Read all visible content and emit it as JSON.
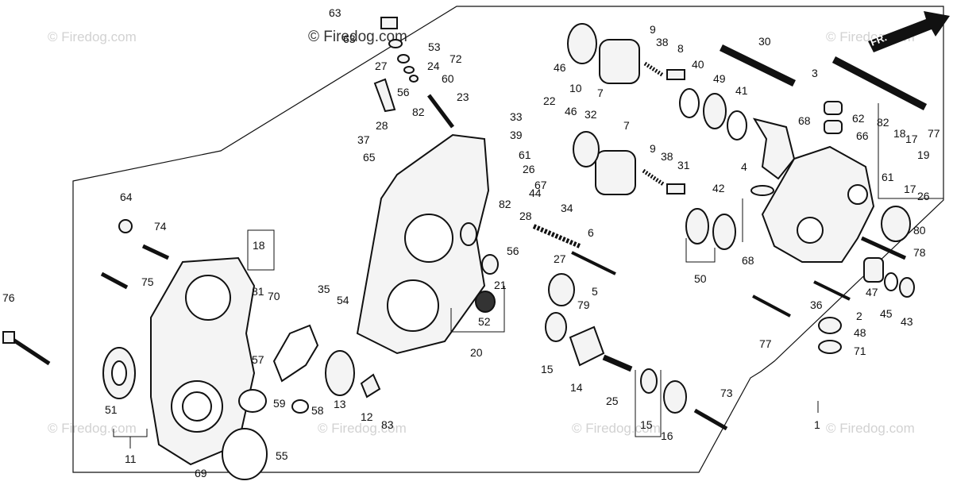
{
  "watermarks": {
    "main": "© Firedog.com",
    "faint": "© Firedog.com"
  },
  "direction_indicator": "FR.",
  "part_numbers": {
    "p1": "1",
    "p2": "2",
    "p3": "3",
    "p4": "4",
    "p5": "5",
    "p6": "6",
    "p7a": "7",
    "p7b": "7",
    "p8": "8",
    "p9a": "9",
    "p9b": "9",
    "p10": "10",
    "p11": "11",
    "p12": "12",
    "p13": "13",
    "p14": "14",
    "p15a": "15",
    "p15b": "15",
    "p16": "16",
    "p17a": "17",
    "p17b": "17",
    "p18a": "18",
    "p18b": "18",
    "p19": "19",
    "p20": "20",
    "p21": "21",
    "p22": "22",
    "p23": "23",
    "p24": "24",
    "p25": "25",
    "p26a": "26",
    "p26b": "26",
    "p27a": "27",
    "p27b": "27",
    "p28a": "28",
    "p28b": "28",
    "p30": "30",
    "p31": "31",
    "p32": "32",
    "p33": "33",
    "p34": "34",
    "p35": "35",
    "p36": "36",
    "p37": "37",
    "p38a": "38",
    "p38b": "38",
    "p39": "39",
    "p40": "40",
    "p41": "41",
    "p42": "42",
    "p43": "43",
    "p44": "44",
    "p45": "45",
    "p46a": "46",
    "p46b": "46",
    "p47": "47",
    "p48": "48",
    "p49": "49",
    "p50": "50",
    "p51": "51",
    "p52": "52",
    "p53": "53",
    "p54": "54",
    "p55": "55",
    "p56a": "56",
    "p56b": "56",
    "p57": "57",
    "p58": "58",
    "p59": "59",
    "p60": "60",
    "p61a": "61",
    "p61b": "61",
    "p62": "62",
    "p63a": "63",
    "p63b": "63",
    "p64": "64",
    "p65": "65",
    "p66": "66",
    "p67": "67",
    "p68a": "68",
    "p68b": "68",
    "p69": "69",
    "p70": "70",
    "p71": "71",
    "p72": "72",
    "p73": "73",
    "p74": "74",
    "p75": "75",
    "p76": "76",
    "p77a": "77",
    "p77b": "77",
    "p78": "78",
    "p79": "79",
    "p80": "80",
    "p81": "81",
    "p82a": "82",
    "p82b": "82",
    "p82c": "82",
    "p83": "83"
  }
}
